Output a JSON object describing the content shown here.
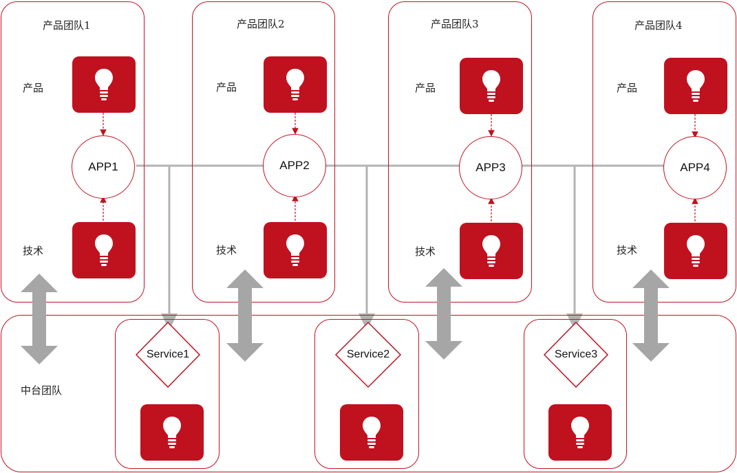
{
  "teams": [
    {
      "title": "产品团队1",
      "product_label": "产品",
      "tech_label": "技术",
      "app": "APP1"
    },
    {
      "title": "产品团队2",
      "product_label": "产品",
      "tech_label": "技术",
      "app": "APP2"
    },
    {
      "title": "产品团队3",
      "product_label": "产品",
      "tech_label": "技术",
      "app": "APP3"
    },
    {
      "title": "产品团队4",
      "product_label": "产品",
      "tech_label": "技术",
      "app": "APP4"
    }
  ],
  "middle_platform": {
    "label": "中台团队",
    "services": [
      "Service1",
      "Service2",
      "Service3"
    ]
  },
  "colors": {
    "accent": "#c0111f",
    "connector": "#b3b3b3",
    "arrow": "#a6a6a6"
  },
  "icons": {
    "bulb": "lightbulb-icon",
    "arrow": "double-arrow-icon"
  }
}
